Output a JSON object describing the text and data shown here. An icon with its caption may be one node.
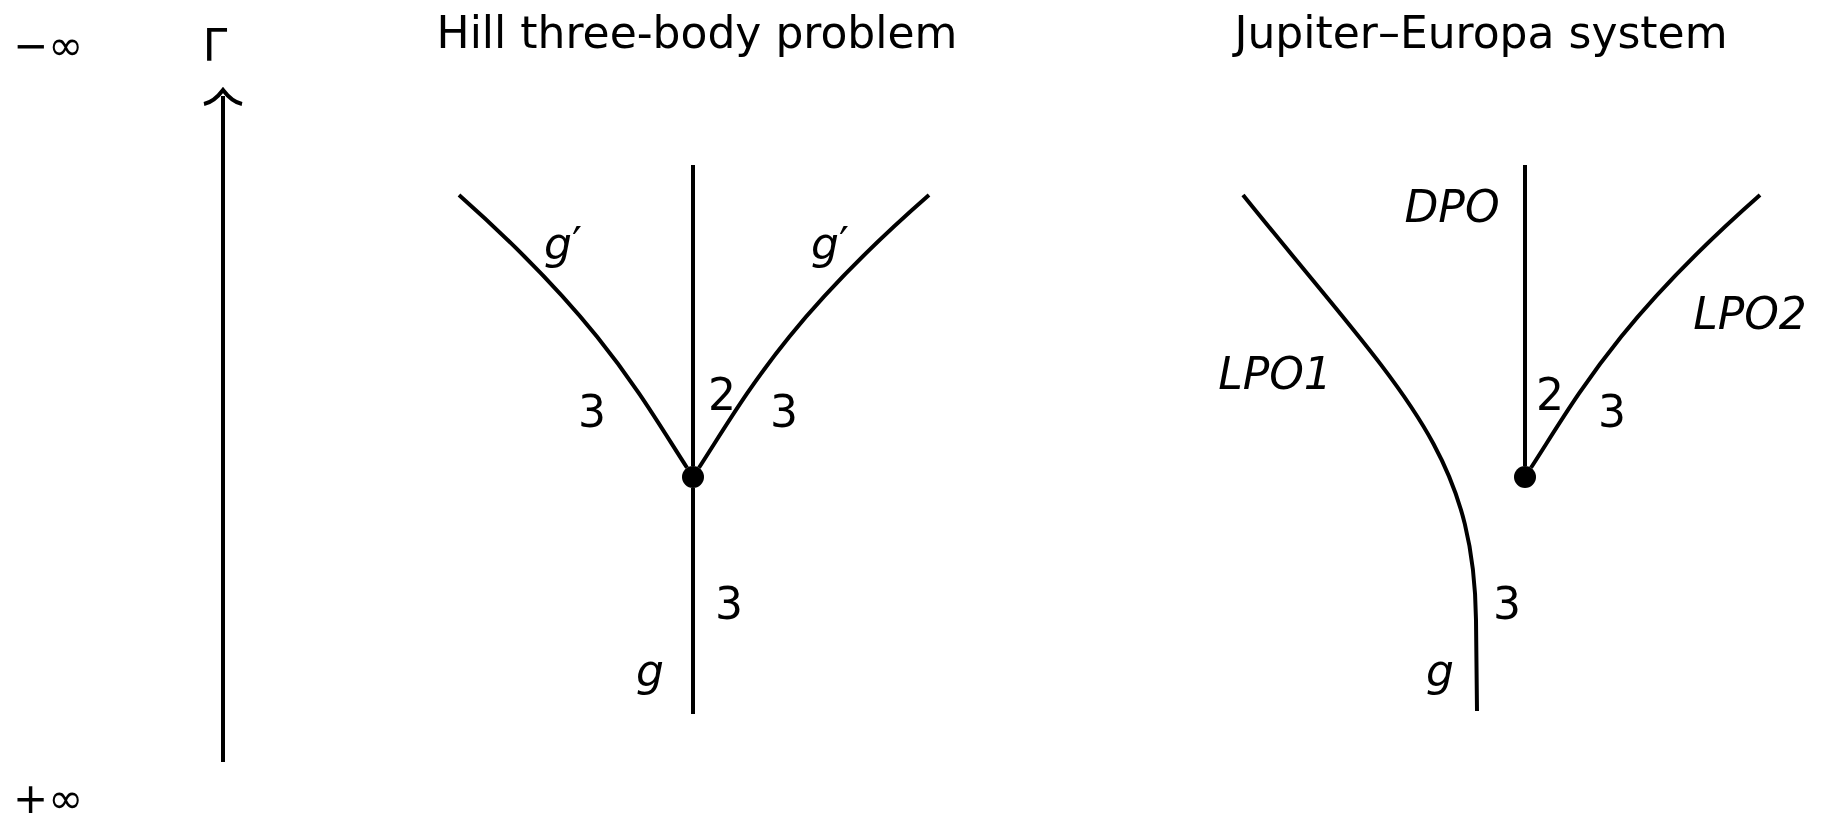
{
  "diagram": {
    "nodes": [
      {
        "text": [],
        "shape": "circle"
      },
      {
        "text": [],
        "shape": "circle"
      }
    ],
    "edges": [
      {
        "from": null,
        "to": 0,
        "arrow": "none"
      },
      {
        "from": 0,
        "to": null,
        "arrow": "none"
      },
      {
        "from": 0,
        "to": null,
        "arrow": "none"
      },
      {
        "from": 0,
        "to": null,
        "arrow": "none"
      },
      {
        "from": 1,
        "to": null,
        "arrow": "none"
      },
      {
        "from": 1,
        "to": null,
        "arrow": "none"
      }
    ],
    "labels": [
      "−∞",
      "Γ",
      "Hill three-body problem",
      "Jupiter–Europa system",
      "DPO",
      "*g*′",
      "*g*′",
      "LPO2",
      "LPO1",
      "2",
      "2",
      "3",
      "3",
      "3",
      "3",
      "3",
      "g",
      "g",
      "+∞"
    ]
  }
}
